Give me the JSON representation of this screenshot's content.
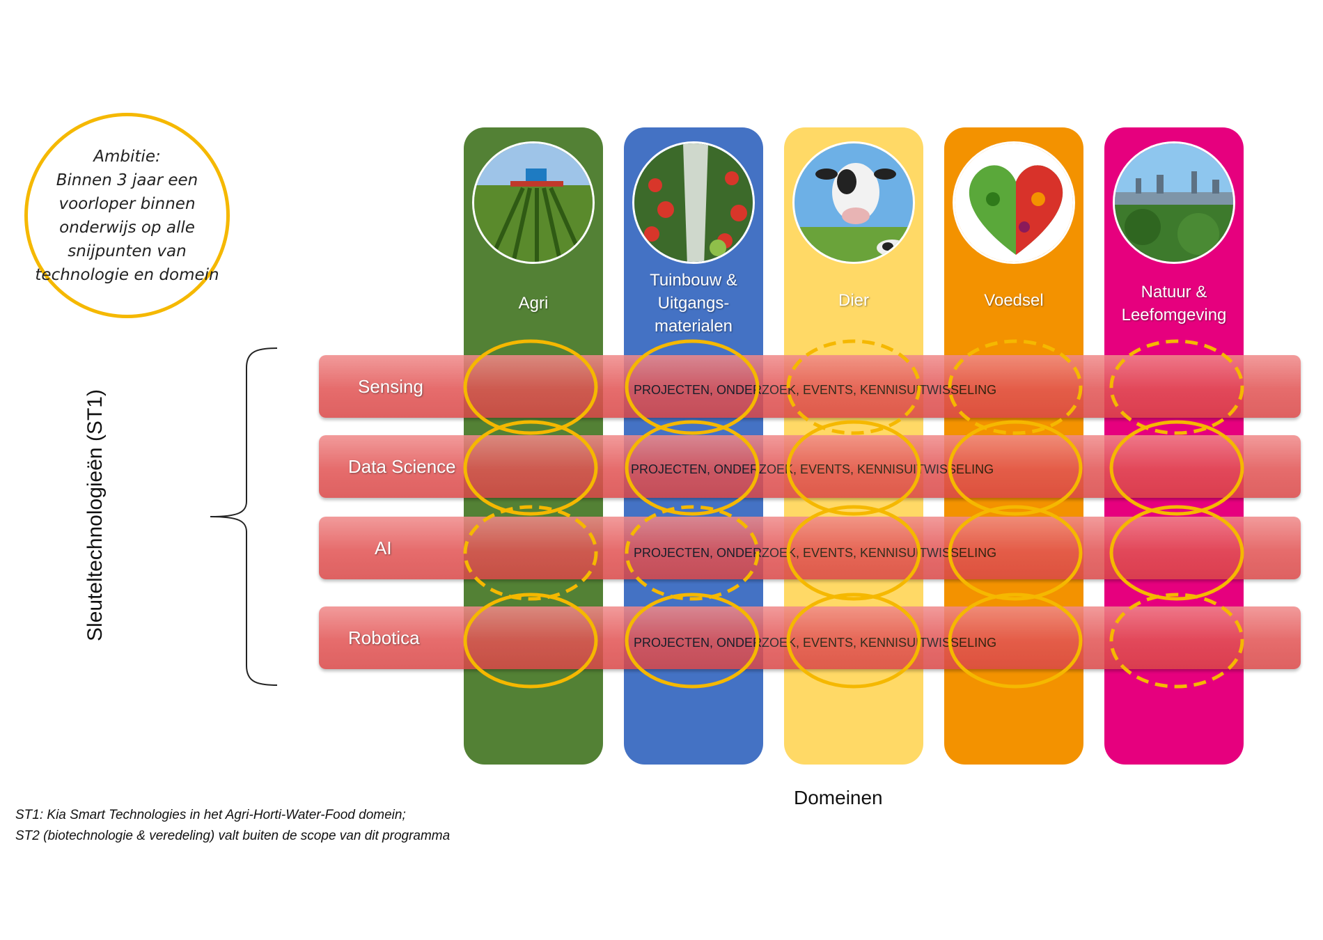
{
  "ambition": {
    "text": "Ambitie:\nBinnen 3 jaar een voorloper binnen onderwijs op alle snijpunten van technologie en domein"
  },
  "domains": [
    {
      "label": "Agri",
      "color": "#538135",
      "photo": "tractor-field-photo"
    },
    {
      "label": "Tuinbouw &\nUitgangs-\nmaterialen",
      "color": "#4472C4",
      "photo": "greenhouse-tomato-photo"
    },
    {
      "label": "Dier",
      "color": "#FFD966",
      "photo": "cow-photo"
    },
    {
      "label": "Voedsel",
      "color": "#F39200",
      "photo": "fruit-vegetable-heart-photo"
    },
    {
      "label": "Natuur &\nLeefomgeving",
      "color": "#E6007E",
      "photo": "city-park-photo"
    }
  ],
  "technologies": [
    {
      "label": "Sensing",
      "activity": "PROJECTEN, ONDERZOEK, EVENTS, KENNISUITWISSELING",
      "markers": [
        "solid",
        "solid",
        "dashed",
        "dashed",
        "dashed"
      ]
    },
    {
      "label": "Data Science",
      "activity": "PROJECTEN, ONDERZOEK, EVENTS, KENNISUITWISSELING",
      "markers": [
        "solid",
        "solid",
        "solid",
        "solid",
        "solid"
      ]
    },
    {
      "label": "AI",
      "activity": "PROJECTEN, ONDERZOEK, EVENTS, KENNISUITWISSELING",
      "markers": [
        "dashed",
        "dashed",
        "solid",
        "solid",
        "solid"
      ]
    },
    {
      "label": "Robotica",
      "activity": "PROJECTEN, ONDERZOEK, EVENTS, KENNISUITWISSELING",
      "markers": [
        "solid",
        "solid",
        "solid",
        "solid",
        "dashed"
      ]
    }
  ],
  "vertical_label": "Sleuteltechnologieën (ST1)",
  "axis_label": "Domeinen",
  "footnotes": [
    "ST1: Kia Smart Technologies in het Agri-Horti-Water-Food domein;",
    "ST2 (biotechnologie & veredeling) valt buiten de scope van dit programma"
  ],
  "colors": {
    "accent": "#F5B800",
    "row": "#E25454"
  }
}
